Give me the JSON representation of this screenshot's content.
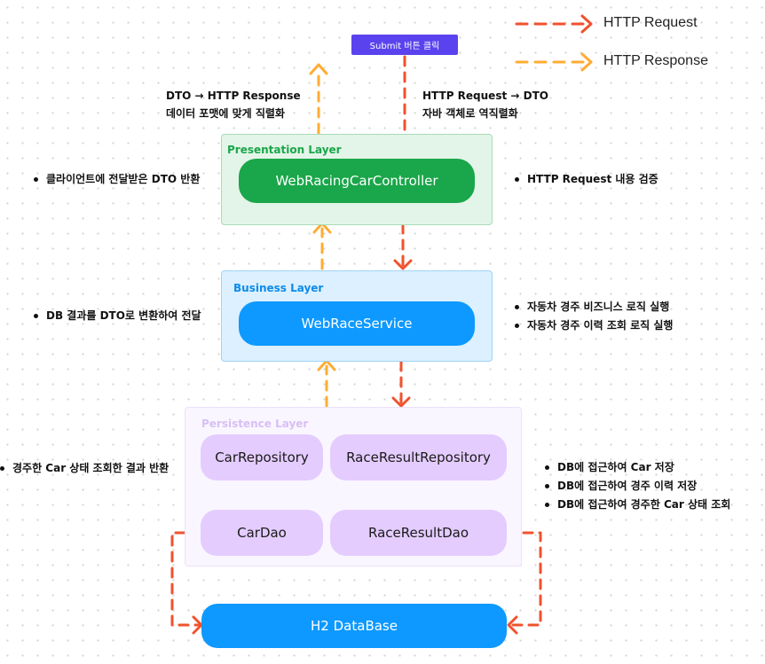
{
  "legend": {
    "request_label": "HTTP Request",
    "response_label": "HTTP Response"
  },
  "submit_button": "Submit 버튼 클릭",
  "notes": {
    "response_line1": "DTO → HTTP Response",
    "response_line2": "데이터 포맷에 맞게 직렬화",
    "request_line1": "HTTP Request → DTO",
    "request_line2": "자바 객체로 역직렬화"
  },
  "layers": {
    "presentation": {
      "title": "Presentation Layer",
      "component": "WebRacingCarController",
      "left_notes": [
        "클라이언트에 전달받은 DTO 반환"
      ],
      "right_notes": [
        "HTTP Request 내용 검증"
      ]
    },
    "business": {
      "title": "Business Layer",
      "component": "WebRaceService",
      "left_notes": [
        "DB 결과를 DTO로 변환하여 전달"
      ],
      "right_notes": [
        "자동차 경주 비즈니스 로직 실행",
        "자동차 경주 이력 조회 로직 실행"
      ]
    },
    "persistence": {
      "title": "Persistence Layer",
      "car_repository": "CarRepository",
      "race_result_repository": "RaceResultRepository",
      "car_dao": "CarDao",
      "race_result_dao": "RaceResultDao",
      "left_notes": [
        "경주한 Car 상태 조회한 결과 반환"
      ],
      "right_notes": [
        "DB에 접근하여 Car 저장",
        "DB에 접근하여 경주 이력 저장",
        "DB에 접근하여 경주한 Car 상태 조회"
      ]
    }
  },
  "database": "H2 DataBase",
  "colors": {
    "request_arrow": "#f0522e",
    "response_arrow": "#ffac33",
    "submit": "#5a43ee",
    "presentation": "#1aa64a",
    "business": "#0d99ff",
    "persistence": "#e4ccff"
  }
}
